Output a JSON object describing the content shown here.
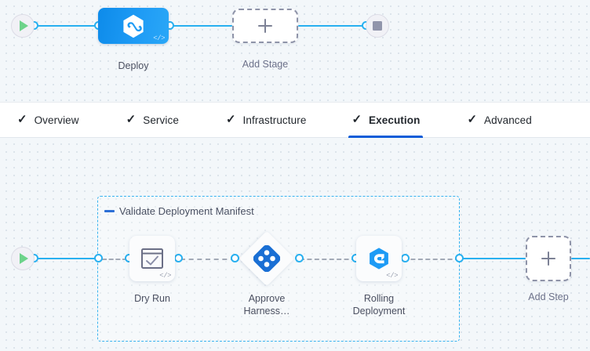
{
  "stage_canvas": {
    "start_node": {
      "name": "pipeline-start",
      "icon": "play-icon"
    },
    "end_node": {
      "name": "pipeline-end",
      "icon": "stop-icon"
    },
    "nodes": [
      {
        "id": "deploy",
        "label": "Deploy",
        "icon": "harness-hexagon-icon",
        "type": "stage",
        "code_badge": "</>"
      },
      {
        "id": "add-stage",
        "label": "Add Stage",
        "icon": "plus-icon",
        "type": "add"
      }
    ]
  },
  "tabs": [
    {
      "label": "Overview",
      "check": "✓",
      "active": false
    },
    {
      "label": "Service",
      "check": "✓",
      "active": false
    },
    {
      "label": "Infrastructure",
      "check": "✓",
      "active": false
    },
    {
      "label": "Execution",
      "check": "✓",
      "active": true
    },
    {
      "label": "Advanced",
      "check": "✓",
      "active": false
    }
  ],
  "step_canvas": {
    "start_node": {
      "name": "execution-start",
      "icon": "play-icon"
    },
    "group": {
      "title": "Validate Deployment Manifest",
      "collapse_icon": "minus-icon"
    },
    "steps": [
      {
        "id": "dry-run",
        "label": "Dry Run",
        "icon": "checklist-window-icon",
        "shape": "rounded",
        "code_badge": "</>"
      },
      {
        "id": "approve-harness",
        "label_line1": "Approve",
        "label_line2": "Harness…",
        "icon": "approval-diamond-icon",
        "shape": "diamond"
      },
      {
        "id": "rolling-deployment",
        "label_line1": "Rolling",
        "label_line2": "Deployment",
        "icon": "rolling-hexagon-icon",
        "shape": "rounded",
        "code_badge": "</>"
      }
    ],
    "add_step": {
      "label": "Add Step",
      "icon": "plus-icon"
    }
  },
  "colors": {
    "accent_blue": "#28b0f0",
    "tab_active": "#0b5cd8",
    "stage_blue": "#1e9bf5",
    "group_border": "#39b3ef",
    "dashed_gray": "#8e93a8",
    "canvas_bg": "#f3f7fa",
    "start_green": "#6dd38a",
    "stop_gray": "#9195ab"
  }
}
